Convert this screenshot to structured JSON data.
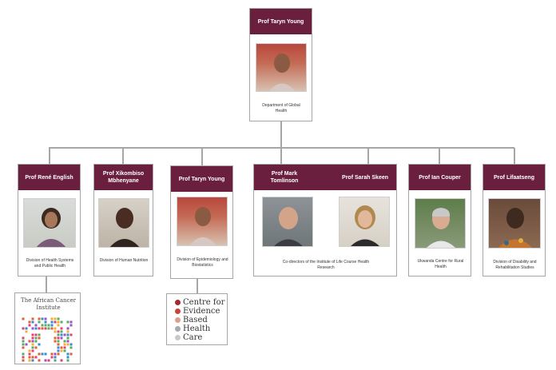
{
  "root": {
    "name": "Prof Taryn Young",
    "dept": "Department of Global Health"
  },
  "divisions": [
    {
      "name": "Prof René English",
      "dept": "Division of Health Systems and Public Health"
    },
    {
      "name": "Prof Xikombiso Mbhenyane",
      "dept": "Division of Human Nutrition"
    },
    {
      "name": "Prof Taryn Young",
      "dept": "Division of Epidemiology and Biostatistics"
    },
    {
      "name": "Prof Mark Tomlinson",
      "name2": "Prof Sarah Skeen",
      "dept": "Co-directors of the Institute of Life Course Health Research"
    },
    {
      "name": "Prof Ian Couper",
      "dept": "Ukwanda Centre for Rural Health"
    },
    {
      "name": "Prof Lifaatseng",
      "dept": "Division of Disability and Rehabilitation Studies"
    }
  ],
  "logos": {
    "african_cancer": "The African Cancer Institute",
    "cebhc_lines": [
      "Centre for",
      "Evidence",
      "Based",
      "Health",
      "Care"
    ],
    "cebhc_dot_colors": [
      "#a8262e",
      "#c8443a",
      "#d9a08f",
      "#a9a9a9",
      "#c9c9c9"
    ]
  },
  "colors": {
    "header": "#6a1f3e",
    "connector": "#a6a6a6"
  }
}
